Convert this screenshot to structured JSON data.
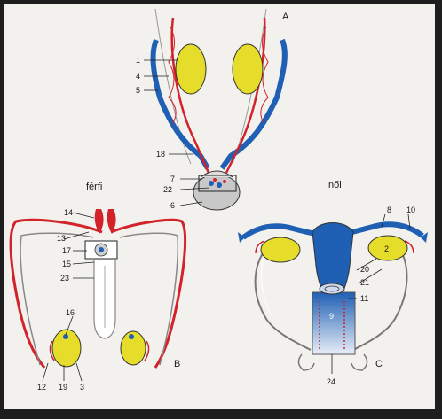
{
  "panels": {
    "a_letter": "A",
    "b_letter": "B",
    "c_letter": "C",
    "male_title": "férfi",
    "female_title": "női"
  },
  "labels_a": {
    "l1": "1",
    "l4": "4",
    "l5": "5",
    "l18": "18",
    "l7": "7",
    "l22": "22",
    "l6": "6"
  },
  "labels_b": {
    "l14": "14",
    "l13": "13",
    "l17": "17",
    "l15": "15",
    "l23": "23",
    "l16": "16",
    "l12": "12",
    "l19": "19",
    "l3": "3"
  },
  "labels_c": {
    "l8": "8",
    "l10": "10",
    "l2": "2",
    "l20": "20",
    "l21": "21",
    "l11": "11",
    "l9": "9",
    "l24": "24"
  },
  "colors": {
    "artery": "#d2232a",
    "vein": "#1f5fb4",
    "gonad": "#e6dc2a",
    "background": "#f3f1ee",
    "outline": "#444444"
  }
}
